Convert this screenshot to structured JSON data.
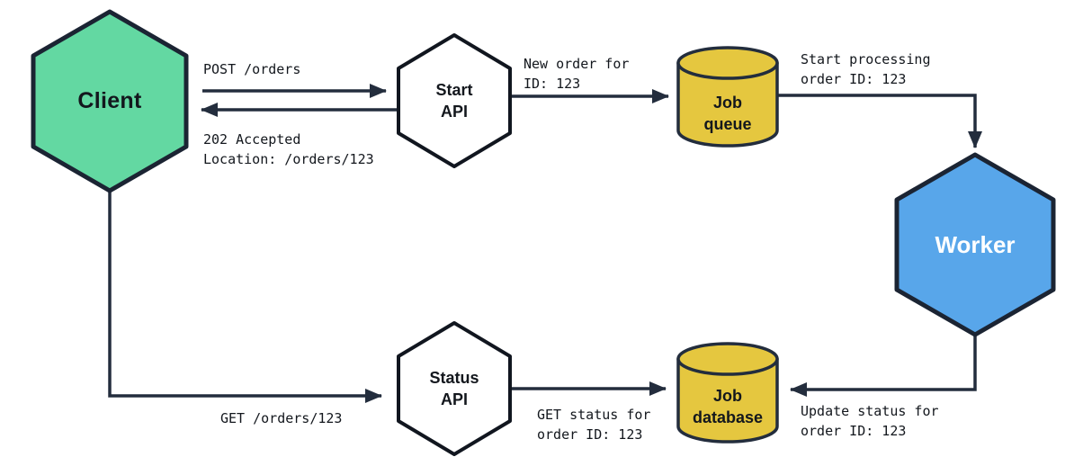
{
  "colors": {
    "background": "#ffffff",
    "client-fill": "#63d8a2",
    "worker-fill": "#58a6ea",
    "cylinder-fill": "#e5c73f",
    "api-fill": "#ffffff",
    "line": "#232d3d",
    "big-node-border": "#1b2433",
    "small-node-border": "#11161f",
    "text-dark": "#13171d",
    "text-light": "#ffffff"
  },
  "nodes": {
    "client": {
      "label": "Client",
      "shape": "hexagon"
    },
    "start_api": {
      "label": "Start\nAPI",
      "shape": "hexagon"
    },
    "job_queue": {
      "label": "Job\nqueue",
      "shape": "cylinder"
    },
    "worker": {
      "label": "Worker",
      "shape": "hexagon"
    },
    "status_api": {
      "label": "Status\nAPI",
      "shape": "hexagon"
    },
    "job_database": {
      "label": "Job\ndatabase",
      "shape": "cylinder"
    }
  },
  "edges": {
    "post_orders": {
      "from": "client",
      "to": "start_api",
      "label": "POST /orders"
    },
    "accepted_202": {
      "from": "start_api",
      "to": "client",
      "label": "202 Accepted\nLocation: /orders/123"
    },
    "new_order": {
      "from": "start_api",
      "to": "job_queue",
      "label": "New order for\nID: 123"
    },
    "start_processing": {
      "from": "job_queue",
      "to": "worker",
      "label": "Start processing\norder ID: 123"
    },
    "update_status": {
      "from": "worker",
      "to": "job_database",
      "label": "Update status for\norder ID: 123"
    },
    "get_orders": {
      "from": "client",
      "to": "status_api",
      "label": "GET /orders/123"
    },
    "get_status": {
      "from": "status_api",
      "to": "job_database",
      "label": "GET status for\norder ID: 123"
    }
  }
}
